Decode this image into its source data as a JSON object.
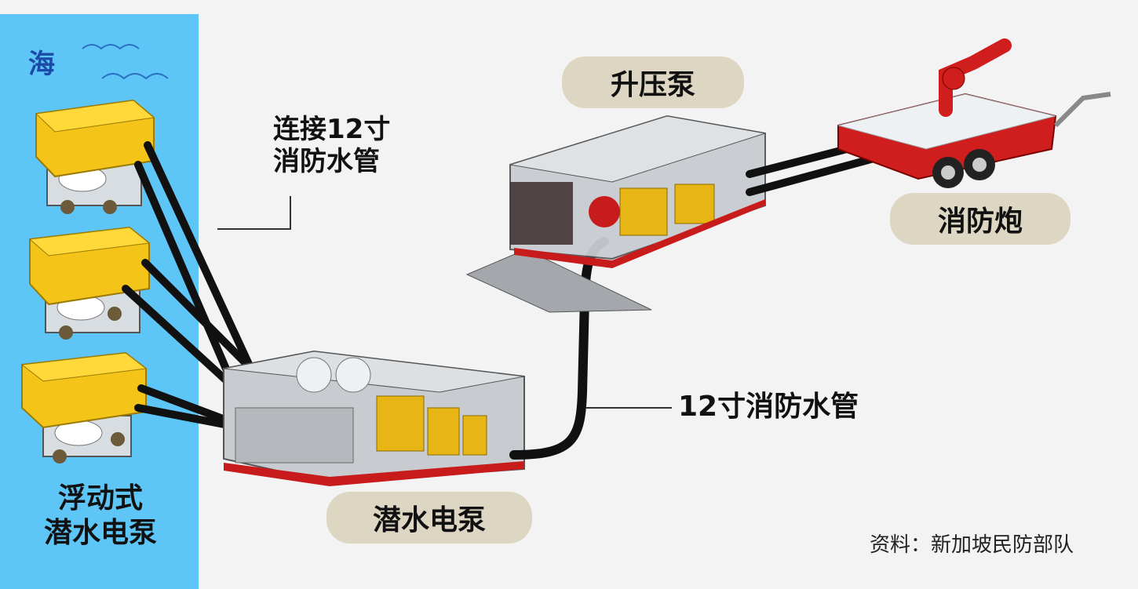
{
  "labels": {
    "sea": "海",
    "floating_pump": "浮动式\n潜水电泵",
    "connect_hose": "连接12寸\n消防水管",
    "hose": "12寸消防水管",
    "booster_pump": "升压泵",
    "fire_cannon": "消防炮",
    "submersible_pump": "潜水电泵",
    "source": "资料：新加坡民防部队"
  },
  "colors": {
    "sea": "#5ec6f7",
    "pill_bg": "#ddd6c3",
    "background": "#f3f3f3",
    "float_yellow": "#f4c418",
    "engine_yellow": "#e8b614",
    "frame_red": "#c81c1c",
    "hose_black": "#111111"
  }
}
